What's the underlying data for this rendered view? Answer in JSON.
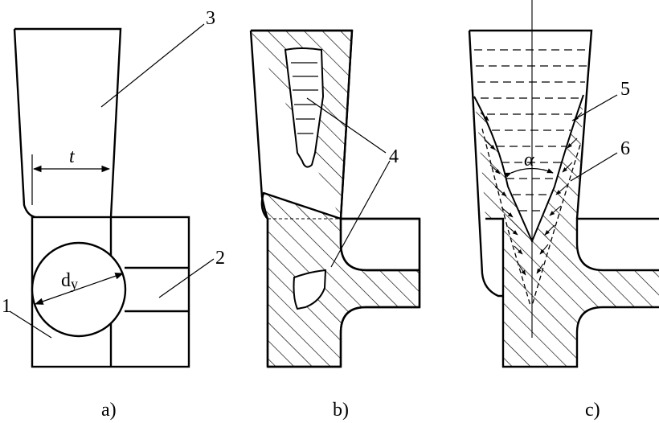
{
  "figure": {
    "panel_a": {
      "caption": "a)",
      "callouts": [
        "1",
        "2",
        "3"
      ],
      "dim_t": "t",
      "dim_d_base": "d",
      "dim_d_sub": "y"
    },
    "panel_b": {
      "caption": "b)",
      "callout": "4"
    },
    "panel_c": {
      "caption": "c)",
      "callouts": [
        "5",
        "6"
      ],
      "angle": "α"
    }
  }
}
